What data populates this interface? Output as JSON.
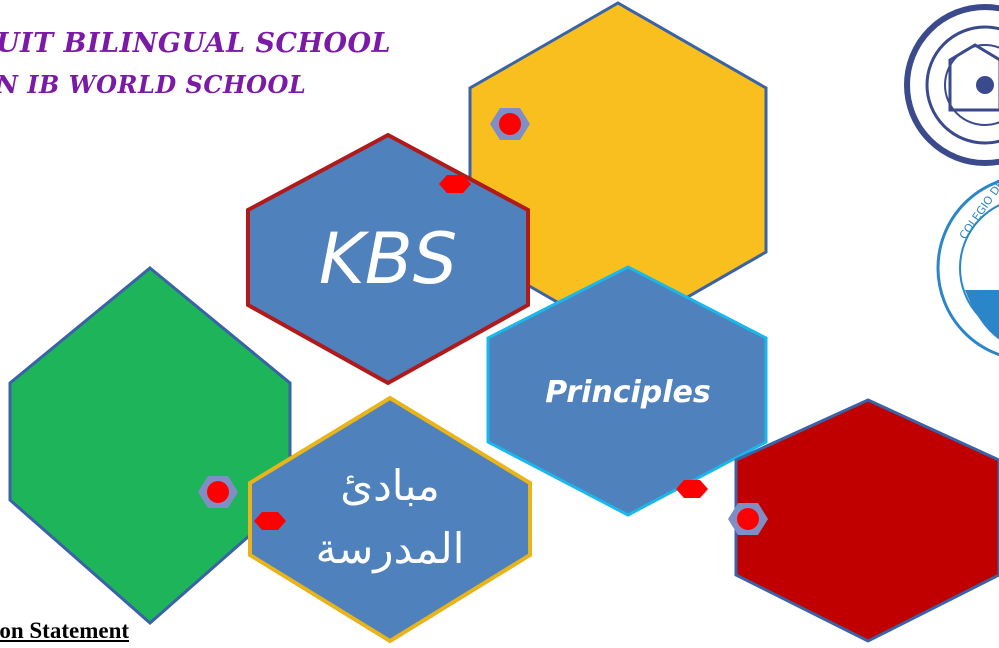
{
  "header": {
    "school_name_line1": "UIT BILINGUAL SCHOOL",
    "school_name_line2": "N IB WORLD SCHOOL"
  },
  "hexagons": {
    "kbs": "KBS",
    "principles": "Principles",
    "arabic_line1": "مبادئ",
    "arabic_line2": "المدرسة"
  },
  "footer": {
    "mission_heading": "sion Statement"
  },
  "colors": {
    "yellow": "#f9bf1e",
    "blue": "#4f81bd",
    "green": "#1eb45a",
    "red": "#c00000",
    "header_purple": "#7a1aa6",
    "dot": "#ff0000"
  },
  "logos": [
    "seal-logo",
    "colegio-logo"
  ]
}
